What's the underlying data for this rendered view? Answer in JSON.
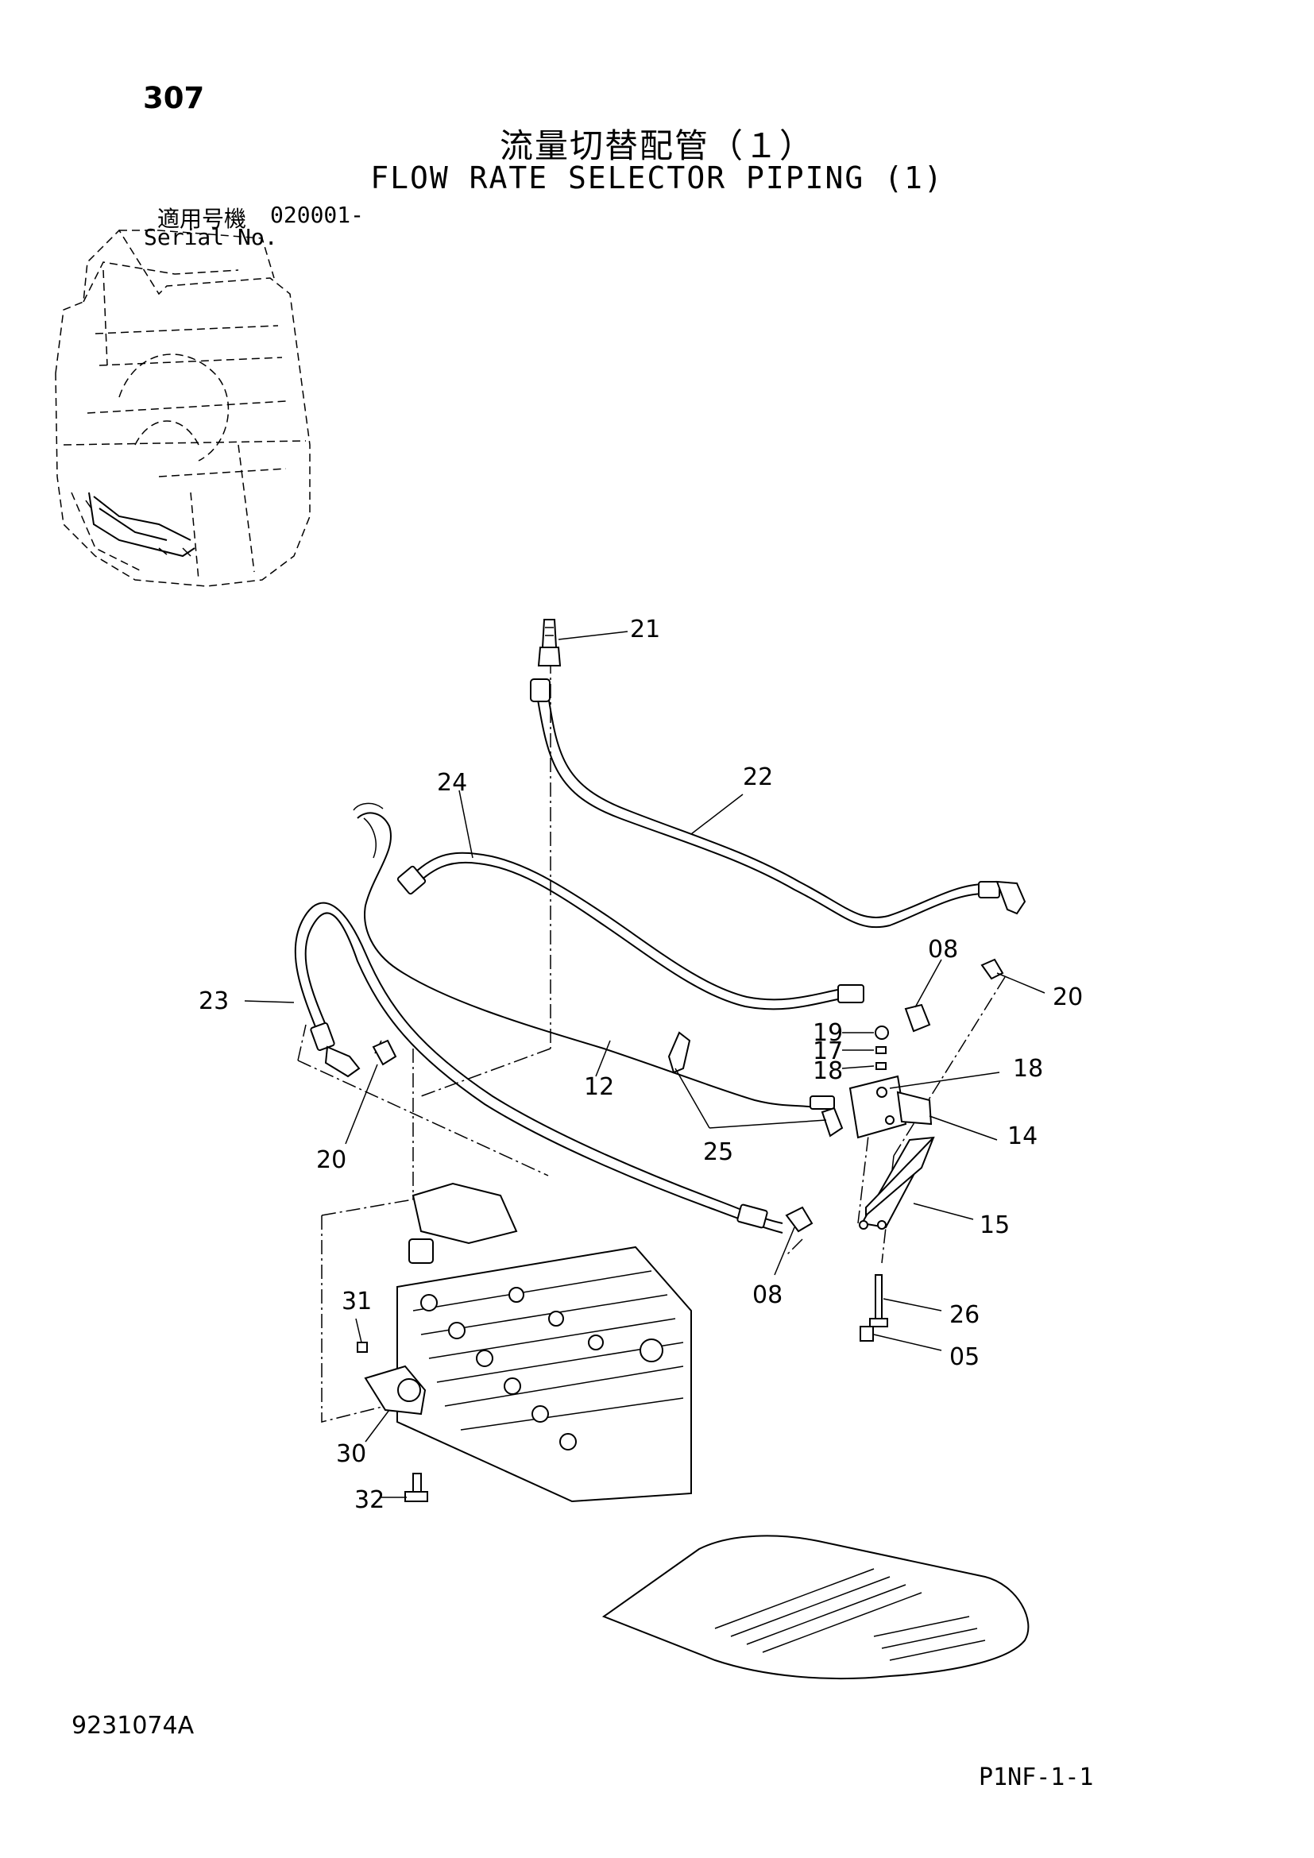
{
  "header": {
    "page_number": "307",
    "title_ja": "流量切替配管（１）",
    "title_en": "FLOW RATE SELECTOR PIPING (1)",
    "serial_label_ja": "適用号機",
    "serial_value": "020001-",
    "serial_label_en": "Serial No."
  },
  "callouts": [
    "21",
    "22",
    "24",
    "23",
    "08",
    "20",
    "19",
    "17",
    "18",
    "18",
    "12",
    "25",
    "14",
    "20",
    "15",
    "08",
    "31",
    "26",
    "05",
    "30",
    "32"
  ],
  "footer": {
    "drawing_number": "9231074A",
    "page_code": "P1NF-1-1"
  }
}
